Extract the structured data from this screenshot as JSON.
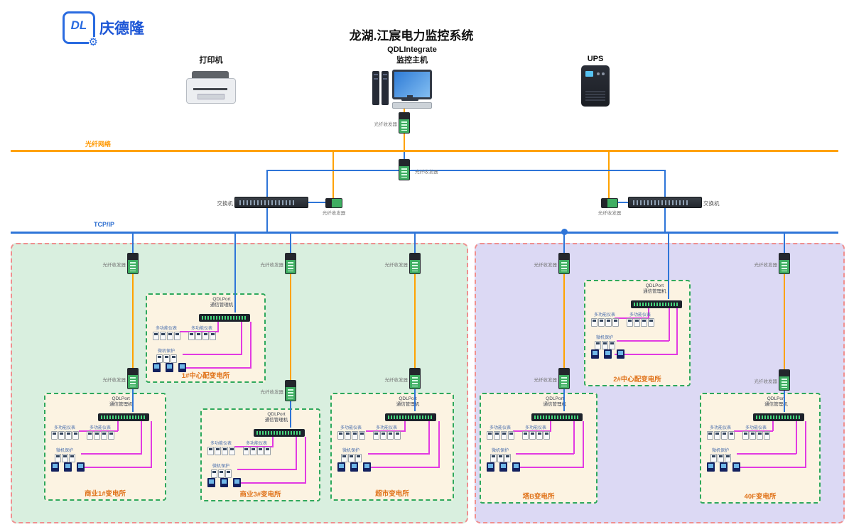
{
  "colors": {
    "fiber_line": "#FFA200",
    "ethernet_line": "#2E75D8",
    "serial_line": "#E23AE2",
    "region_left_bg": "#D9EFDF",
    "region_right_bg": "#DCD9F4",
    "region_border": "#EF8F8F",
    "substation_bg": "#FCF3E2",
    "substation_border": "#2EA85C",
    "substation_title": "#E0741C",
    "brand_blue": "#1D56D6"
  },
  "header": {
    "brand": "庆德隆",
    "logo_monogram": "DL",
    "title": "龙湖.江宸电力监控系统"
  },
  "top_devices": {
    "printer_label": "打印机",
    "host_label_line1": "QDLIntegrate",
    "host_label_line2": "监控主机",
    "ups_label": "UPS"
  },
  "networks": {
    "fiber_label": "光纤网络",
    "tcpip_label": "TCP/IP"
  },
  "labels": {
    "transceiver": "光纤收发器",
    "switch": "交换机"
  },
  "substation_common": {
    "gateway_line1": "QDLPort",
    "gateway_line2": "通信管理机",
    "meter_label_a": "多功能仪表",
    "meter_label_b": "多功能仪表",
    "meter_label_c": "微机保护"
  },
  "substations": [
    {
      "name": "1#中心配变电所"
    },
    {
      "name": "商业1#变电所"
    },
    {
      "name": "商业3#变电所"
    },
    {
      "name": "超市变电所"
    },
    {
      "name": "2#中心配变电所"
    },
    {
      "name": "塔B变电所"
    },
    {
      "name": "40F变电所"
    }
  ]
}
